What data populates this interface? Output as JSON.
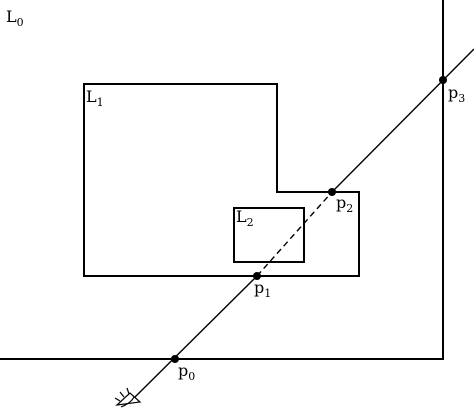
{
  "regions": {
    "l0": {
      "letter": "L",
      "index": "0"
    },
    "l1": {
      "letter": "L",
      "index": "1"
    },
    "l2": {
      "letter": "L",
      "index": "2"
    }
  },
  "points": {
    "p0": {
      "letter": "p",
      "index": "0"
    },
    "p1": {
      "letter": "p",
      "index": "1"
    },
    "p2": {
      "letter": "p",
      "index": "2"
    },
    "p3": {
      "letter": "p",
      "index": "3"
    }
  },
  "colors": {
    "stroke": "#000000",
    "background": "#ffffff"
  },
  "icons": {
    "viewer": "eye-icon"
  }
}
